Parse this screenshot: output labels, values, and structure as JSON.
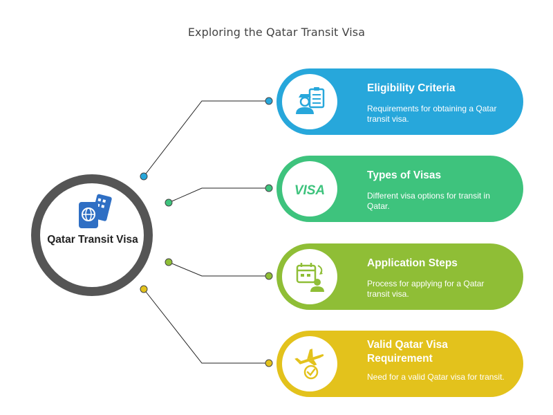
{
  "title": "Exploring the Qatar Transit Visa",
  "hub": {
    "label": "Qatar Transit Visa",
    "icon": "passport-and-tickets-icon",
    "ring_color": "#555555"
  },
  "items": [
    {
      "title": "Eligibility Criteria",
      "description": "Requirements for obtaining a Qatar transit visa.",
      "icon": "officer-checklist-icon",
      "color": "#27a7db"
    },
    {
      "title": "Types of Visas",
      "description": "Different visa options for transit in Qatar.",
      "icon": "visa-text-icon",
      "icon_text": "VISA",
      "color": "#3ec37d"
    },
    {
      "title": "Application Steps",
      "description": "Process for applying for a Qatar transit visa.",
      "icon": "calendar-user-icon",
      "color": "#8fbe36"
    },
    {
      "title": "Valid Qatar Visa Requirement",
      "description": "Need for a valid Qatar visa for transit.",
      "icon": "plane-check-icon",
      "color": "#e3c21c"
    }
  ]
}
